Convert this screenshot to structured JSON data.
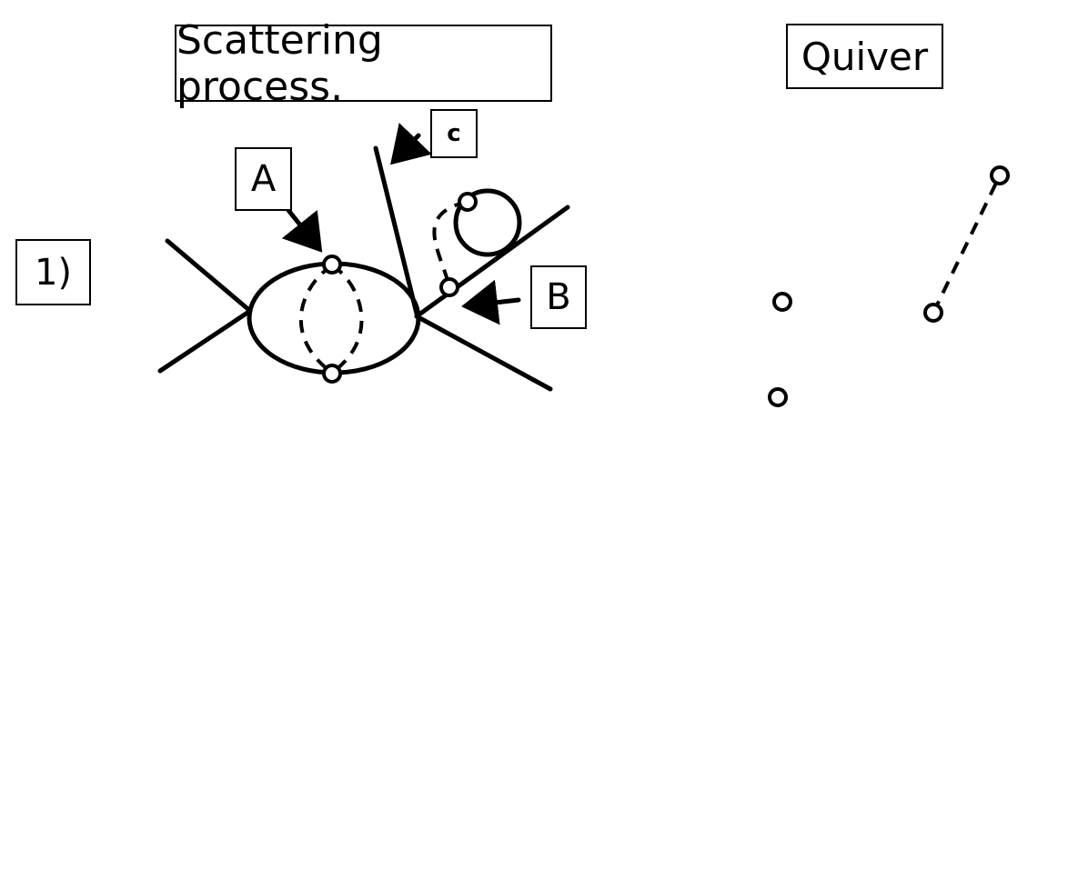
{
  "labels": {
    "scattering_title": "Scattering process.",
    "quiver_title": "Quiver",
    "row_label": "1)",
    "label_a": "A",
    "label_b": "B",
    "label_c": "c"
  },
  "colors": {
    "ink": "#000000",
    "background": "#ffffff"
  }
}
